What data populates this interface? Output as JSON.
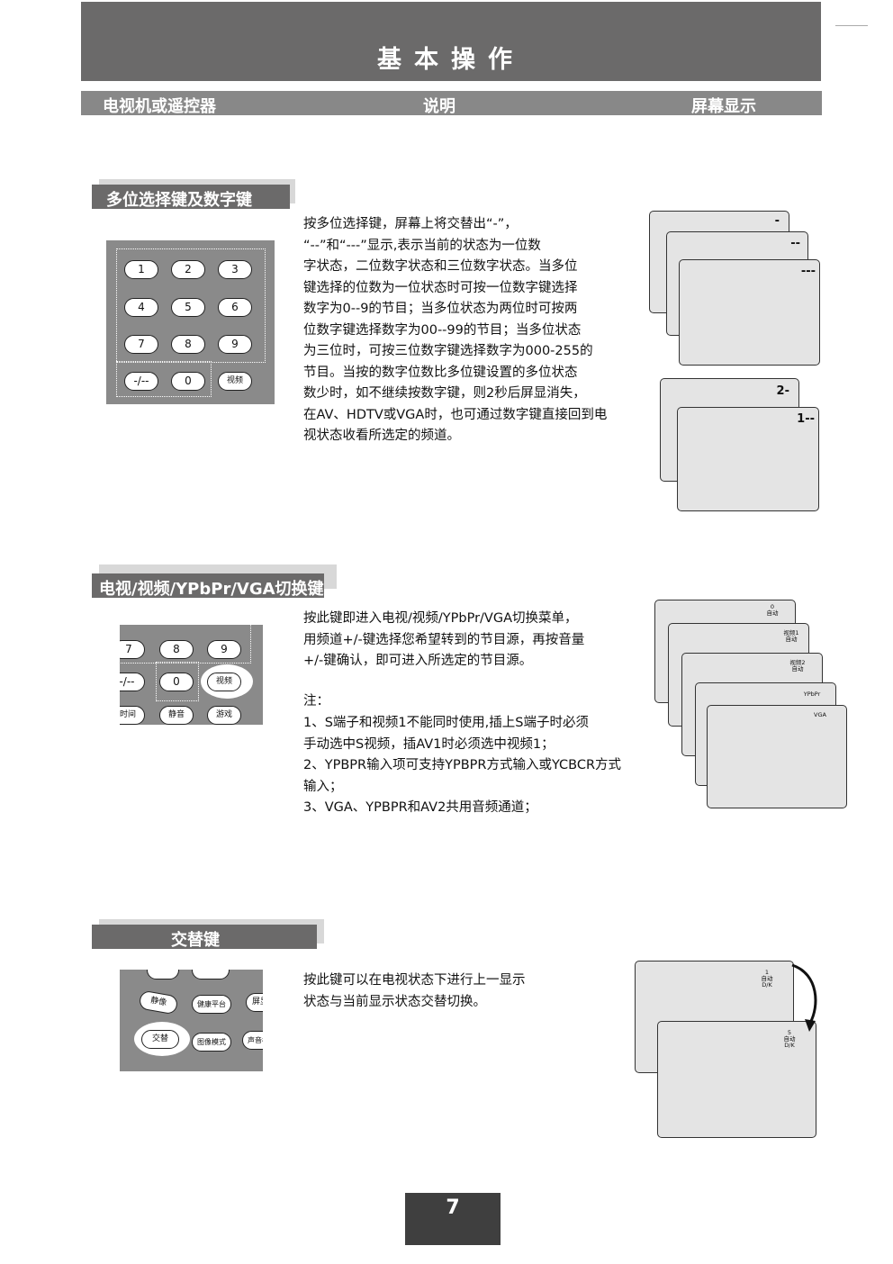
{
  "header": {
    "title": "基本操作"
  },
  "columns": {
    "left": "电视机或遥控器",
    "middle": "说明",
    "right": "屏幕显示"
  },
  "section1": {
    "title": "多位选择键及数字键",
    "keypad": {
      "keys": [
        "1",
        "2",
        "3",
        "4",
        "5",
        "6",
        "7",
        "8",
        "9",
        "-/--",
        "0",
        "视频"
      ]
    },
    "text": "按多位选择键，屏幕上将交替出“-”，\n“--”和“---”显示,表示当前的状态为一位数\n字状态，二位数字状态和三位数字状态。当多位\n键选择的位数为一位状态时可按一位数字键选择\n数字为0--9的节目；当多位状态为两位时可按两\n位数字键选择数字为00--99的节目；当多位状态\n为三位时，可按三位数字键选择数字为000-255的\n节目。当按的数字位数比多位键设置的多位状态\n数少时，如不继续按数字键，则2秒后屏显消失，\n在AV、HDTV或VGA时，也可通过数字键直接回到电\n视状态收看所选定的频道。",
    "screens": [
      "-",
      "--",
      "---",
      "2-",
      "1--"
    ]
  },
  "section2": {
    "title": "电视/视频/YPbPr/VGA切换键",
    "keypad": {
      "keys": [
        "7",
        "8",
        "9",
        "-/--",
        "0",
        "视频",
        "时间",
        "静音",
        "游戏"
      ]
    },
    "text": "按此键即进入电视/视频/YPbPr/VGA切换菜单，\n用频道+/-键选择您希望转到的节目源，再按音量\n+/-键确认，即可进入所选定的节目源。",
    "note_title": "注：",
    "notes": [
      "1、S端子和视频1不能同时使用,插上S端子时必须\n手动选中S视频，插AV1时必须选中视频1；",
      "2、YPBPR输入项可支持YPBPR方式输入或YCBCR方式\n输入；",
      "3、VGA、YPBPR和AV2共用音频通道；"
    ],
    "screens": [
      {
        "line1": "0",
        "line2": "自动"
      },
      {
        "line1": "视频1",
        "line2": "自动"
      },
      {
        "line1": "视频2",
        "line2": "自动"
      },
      {
        "line1": "YPbPr",
        "line2": ""
      },
      {
        "line1": "VGA",
        "line2": ""
      }
    ]
  },
  "section3": {
    "title": "交替键",
    "keypad": {
      "keys": [
        "静像",
        "健康平台",
        "屏显",
        "交替",
        "图像模式",
        "声音模"
      ]
    },
    "text": "按此键可以在电视状态下进行上一显示\n状态与当前显示状态交替切换。",
    "screens": [
      {
        "line1": "1",
        "line2": "自动",
        "line3": "D/K"
      },
      {
        "line1": "5",
        "line2": "自动",
        "line3": "D/K"
      }
    ]
  },
  "page_number": "7"
}
